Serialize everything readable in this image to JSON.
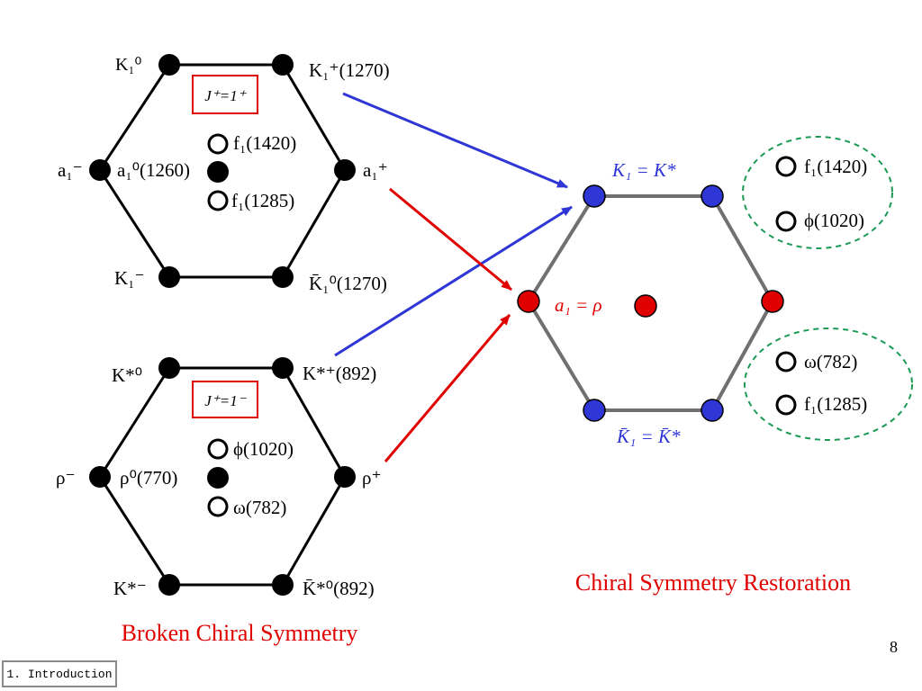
{
  "slide": {
    "page_number": "8",
    "section_label": "1. Introduction"
  },
  "broken": {
    "caption": "Broken Chiral Symmetry",
    "axial": {
      "quantum_number": "J⁺=1⁺",
      "top_left": "K₁⁰",
      "top_right": "K₁⁺(1270)",
      "left": "a₁⁻",
      "center": "a₁⁰(1260)",
      "right": "a₁⁺",
      "bottom_left": "K₁⁻",
      "bottom_right": "K̄₁⁰(1270)",
      "singlet_upper": "f₁(1420)",
      "singlet_lower": "f₁(1285)"
    },
    "vector": {
      "quantum_number": "J⁺=1⁻",
      "top_left": "K*⁰",
      "top_right": "K*⁺(892)",
      "left": "ρ⁻",
      "center": "ρ⁰(770)",
      "right": "ρ⁺",
      "bottom_left": "K*⁻",
      "bottom_right": "K̄*⁰(892)",
      "singlet_upper": "ϕ(1020)",
      "singlet_lower": "ω(782)"
    }
  },
  "restored": {
    "caption": "Chiral Symmetry Restoration",
    "top_label": "K₁ = K*",
    "center_label": "a₁ = ρ",
    "bottom_label": "K̄₁ = K̄*",
    "upper_group": [
      "f₁(1420)",
      "ϕ(1020)"
    ],
    "lower_group": [
      "ω(782)",
      "f₁(1285)"
    ]
  },
  "colors": {
    "caption": "#e00000",
    "blue_state": "#2f36d6",
    "red_state": "#e00000",
    "hex_edge_restored": "#707070",
    "group_ellipse": "#1a9a55",
    "quantum_box": "#e00000"
  }
}
